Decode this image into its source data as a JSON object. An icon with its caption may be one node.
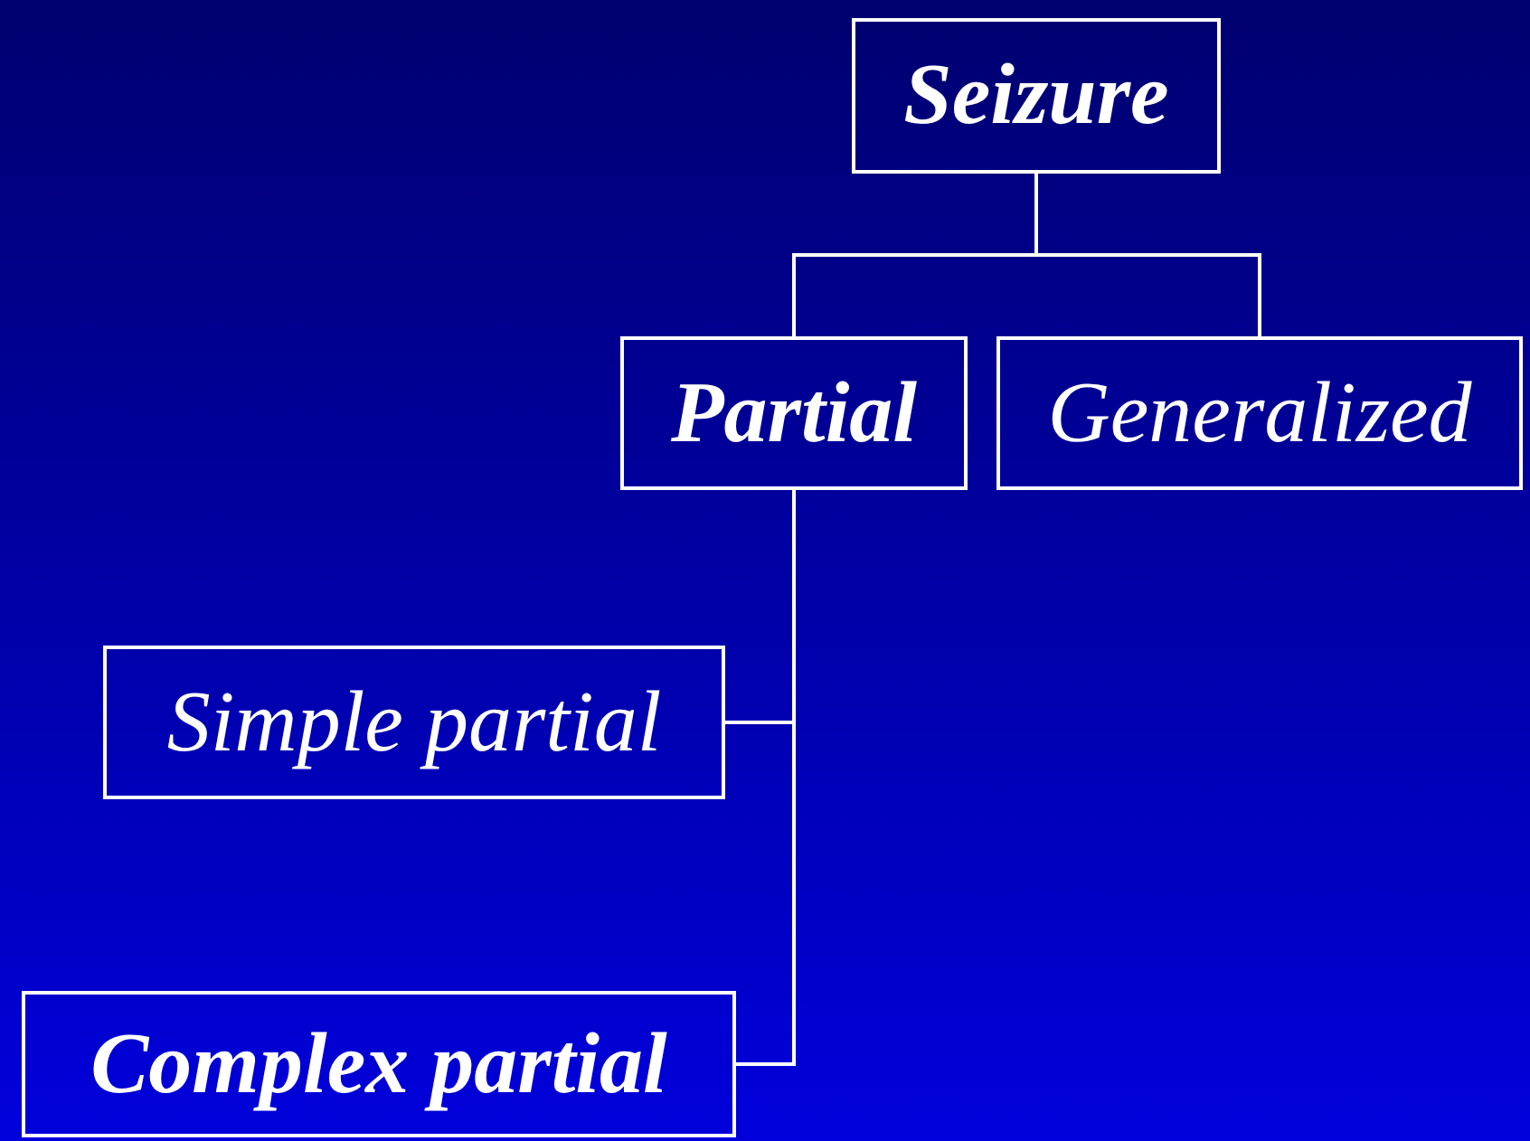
{
  "diagram": {
    "nodes": [
      {
        "text": [
          "Seizure"
        ]
      },
      {
        "text": [
          "Partial"
        ]
      },
      {
        "text": [
          "Generalized"
        ]
      },
      {
        "text": [
          "Simple partial"
        ]
      },
      {
        "text": [
          "Complex partial"
        ]
      }
    ],
    "edges": [
      {
        "from": 0,
        "to": 1,
        "arrow": "none"
      },
      {
        "from": 0,
        "to": 2,
        "arrow": "none"
      },
      {
        "from": 1,
        "to": 3,
        "arrow": "none"
      },
      {
        "from": 1,
        "to": 4,
        "arrow": "none"
      }
    ]
  }
}
